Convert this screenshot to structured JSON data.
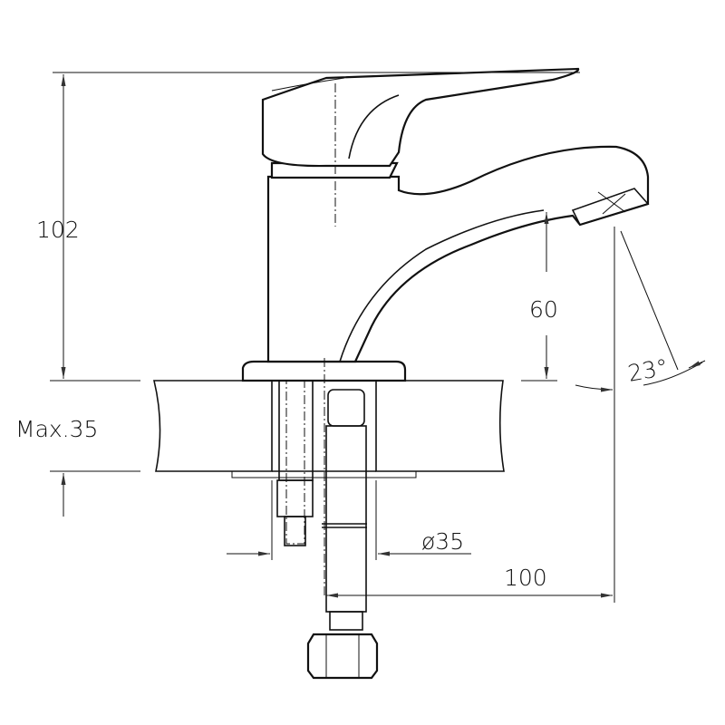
{
  "diagram": {
    "title": "Basin faucet dimension drawing",
    "dimensions": {
      "height": "102",
      "spout_height": "60",
      "angle": "23°",
      "counter_thickness": "Max.35",
      "hole_diameter": "ø35",
      "spout_reach": "100"
    },
    "colors": {
      "line": "#111111",
      "background": "#ffffff",
      "mesh": "#555555"
    }
  }
}
